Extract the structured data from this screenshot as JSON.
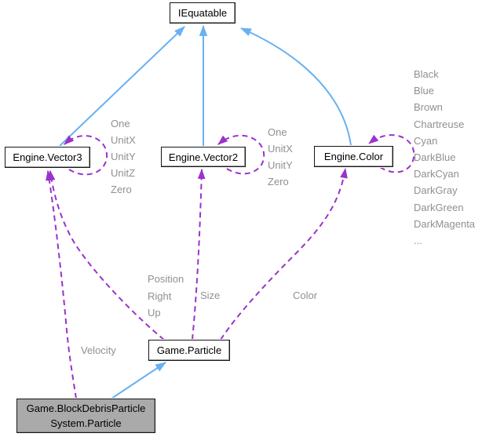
{
  "diagram_type": "collaboration-graph",
  "colors": {
    "inherit_edge": "#68b1f2",
    "usage_edge": "#9a32cd",
    "edge_label": "#909090",
    "node_border": "#161616",
    "node_fill": "#ffffff",
    "selected_node_fill": "#aaaaaa"
  },
  "nodes": {
    "iequatable": {
      "label": "IEquatable"
    },
    "vector3": {
      "label": "Engine.Vector3"
    },
    "vector2": {
      "label": "Engine.Vector2"
    },
    "color": {
      "label": "Engine.Color"
    },
    "particle": {
      "label": "Game.Particle"
    },
    "blockdebris": {
      "line1": "Game.BlockDebrisParticle",
      "line2": "System.Particle"
    }
  },
  "edge_labels": {
    "vector3_self": [
      "One",
      "UnitX",
      "UnitY",
      "UnitZ",
      "Zero"
    ],
    "vector2_self": [
      "One",
      "UnitX",
      "UnitY",
      "Zero"
    ],
    "color_self": [
      "Black",
      "Blue",
      "Brown",
      "Chartreuse",
      "Cyan",
      "DarkBlue",
      "DarkCyan",
      "DarkGray",
      "DarkGreen",
      "DarkMagenta",
      "..."
    ],
    "particle_to_vector3": [
      "Position",
      "Right",
      "Up"
    ],
    "particle_to_vector2": "Size",
    "particle_to_color": "Color",
    "blockdebris_to_vector3": "Velocity"
  }
}
